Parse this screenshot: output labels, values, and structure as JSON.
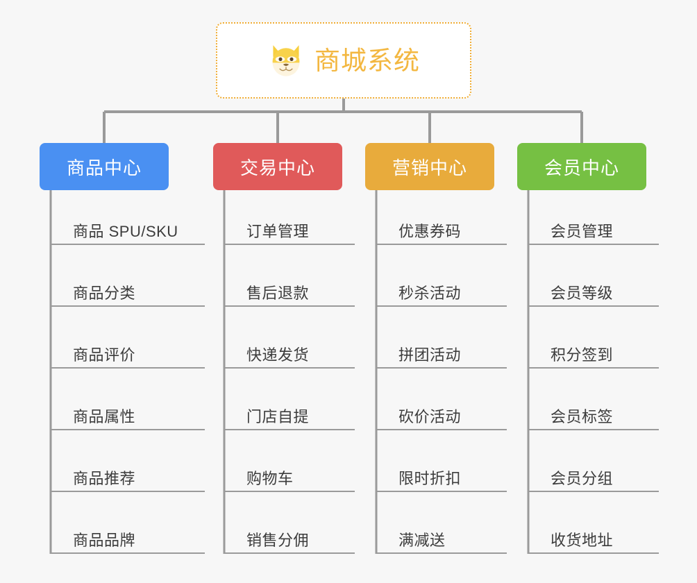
{
  "background_color": "#f7f7f7",
  "root": {
    "title": "商城系统",
    "icon": "shiba-dog-icon",
    "text_color": "#f3b740",
    "border_color": "#f0ad34",
    "fill_color": "#ffffff"
  },
  "connector_color": "#9a9a9a",
  "branches": [
    {
      "label": "商品中心",
      "color": "#4a90f2",
      "items": [
        "商品 SPU/SKU",
        "商品分类",
        "商品评价",
        "商品属性",
        "商品推荐",
        "商品品牌"
      ]
    },
    {
      "label": "交易中心",
      "color": "#e05a5a",
      "items": [
        "订单管理",
        "售后退款",
        "快递发货",
        "门店自提",
        "购物车",
        "销售分佣"
      ]
    },
    {
      "label": "营销中心",
      "color": "#e8ab3c",
      "items": [
        "优惠券码",
        "秒杀活动",
        "拼团活动",
        "砍价活动",
        "限时折扣",
        "满减送"
      ]
    },
    {
      "label": "会员中心",
      "color": "#76c043",
      "items": [
        "会员管理",
        "会员等级",
        "积分签到",
        "会员标签",
        "会员分组",
        "收货地址"
      ]
    }
  ]
}
